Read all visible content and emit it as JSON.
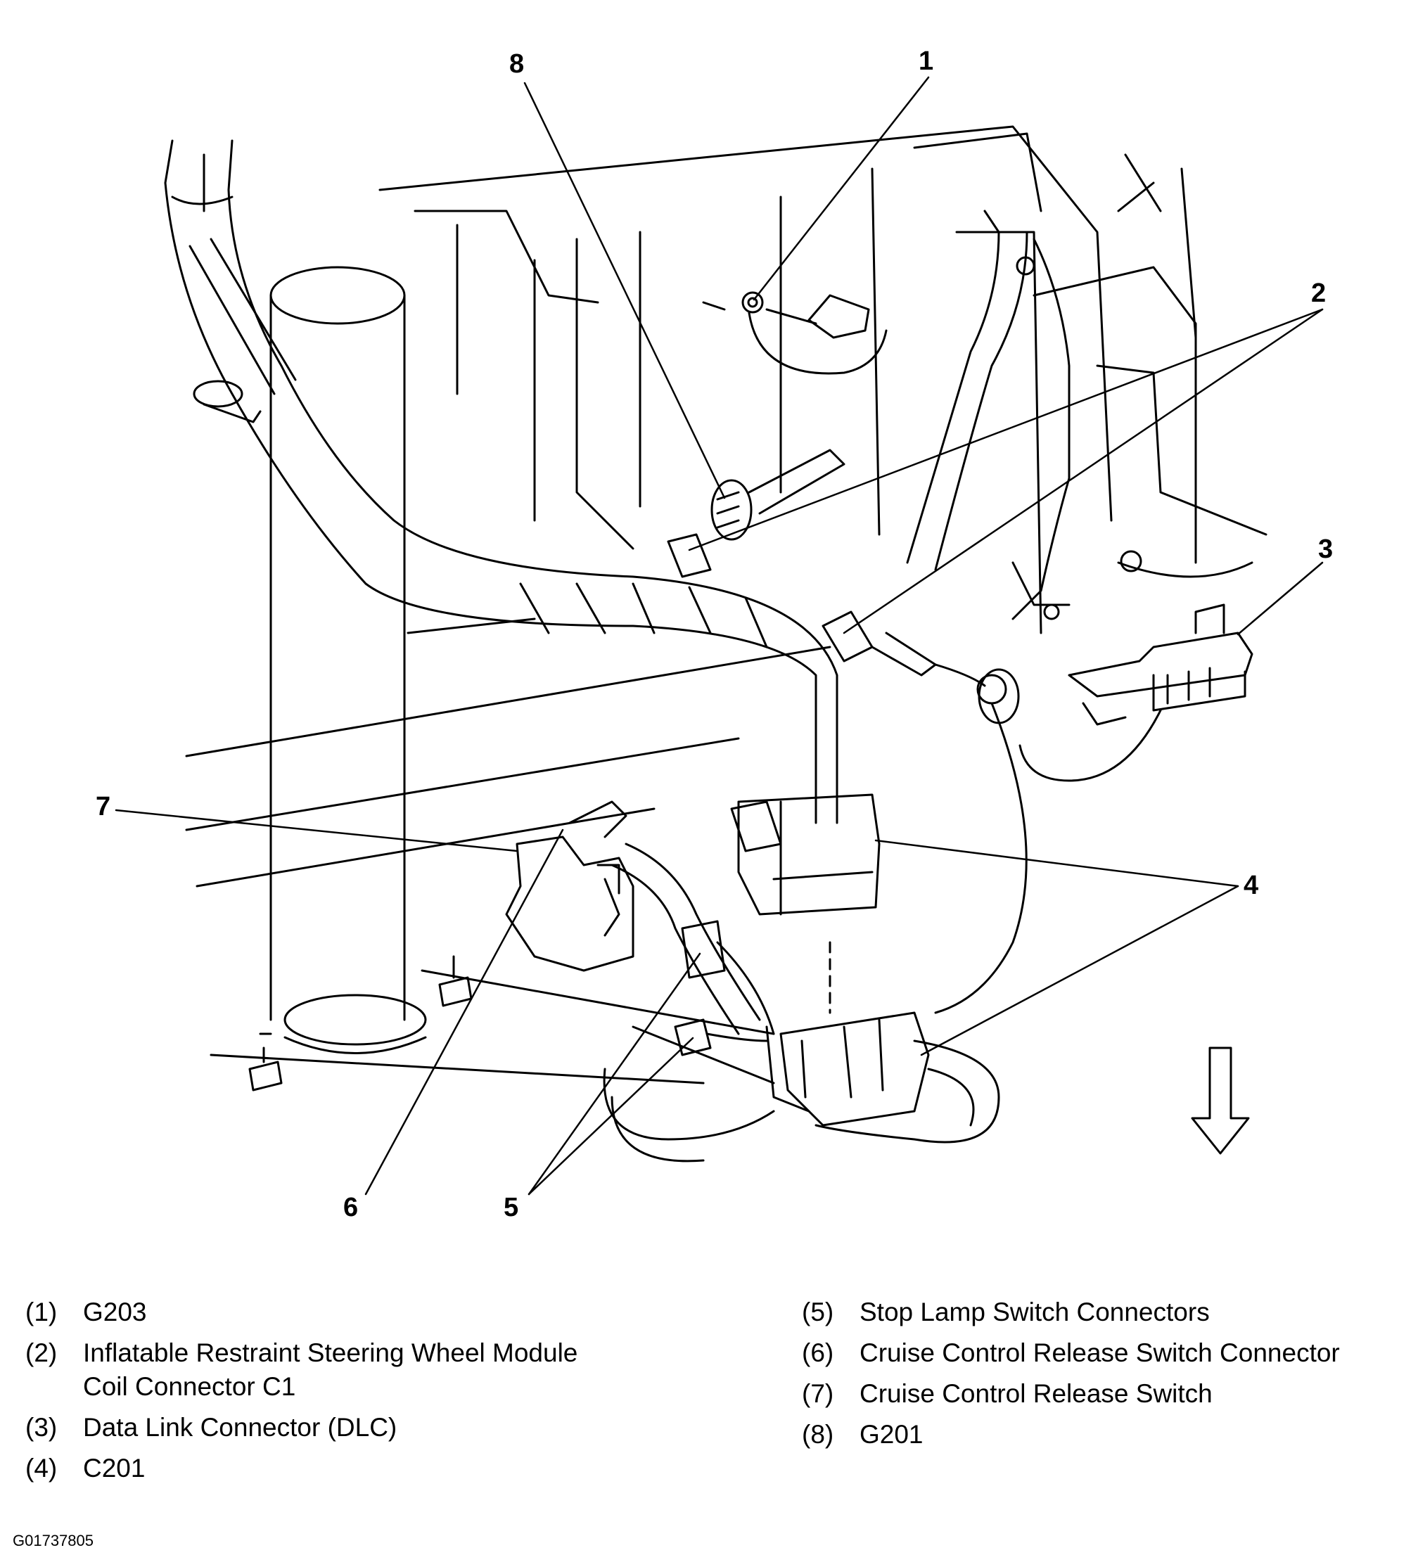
{
  "callouts": [
    "1",
    "2",
    "3",
    "4",
    "5",
    "6",
    "7",
    "8"
  ],
  "legend": {
    "left": [
      {
        "num": "(1)",
        "lines": [
          "G203"
        ]
      },
      {
        "num": "(2)",
        "lines": [
          "Inflatable Restraint Steering Wheel Module",
          "Coil Connector C1"
        ]
      },
      {
        "num": "(3)",
        "lines": [
          "Data Link Connector (DLC)"
        ]
      },
      {
        "num": "(4)",
        "lines": [
          "C201"
        ]
      }
    ],
    "right": [
      {
        "num": "(5)",
        "lines": [
          "Stop Lamp Switch Connectors"
        ]
      },
      {
        "num": "(6)",
        "lines": [
          "Cruise Control Release Switch Connector"
        ]
      },
      {
        "num": "(7)",
        "lines": [
          "Cruise Control Release Switch"
        ]
      },
      {
        "num": "(8)",
        "lines": [
          "G201"
        ]
      }
    ]
  },
  "figure_code": "G01737805",
  "icons": {
    "arrow": "down-arrow-icon"
  },
  "colors": {
    "ink": "#000000",
    "background": "#ffffff"
  }
}
